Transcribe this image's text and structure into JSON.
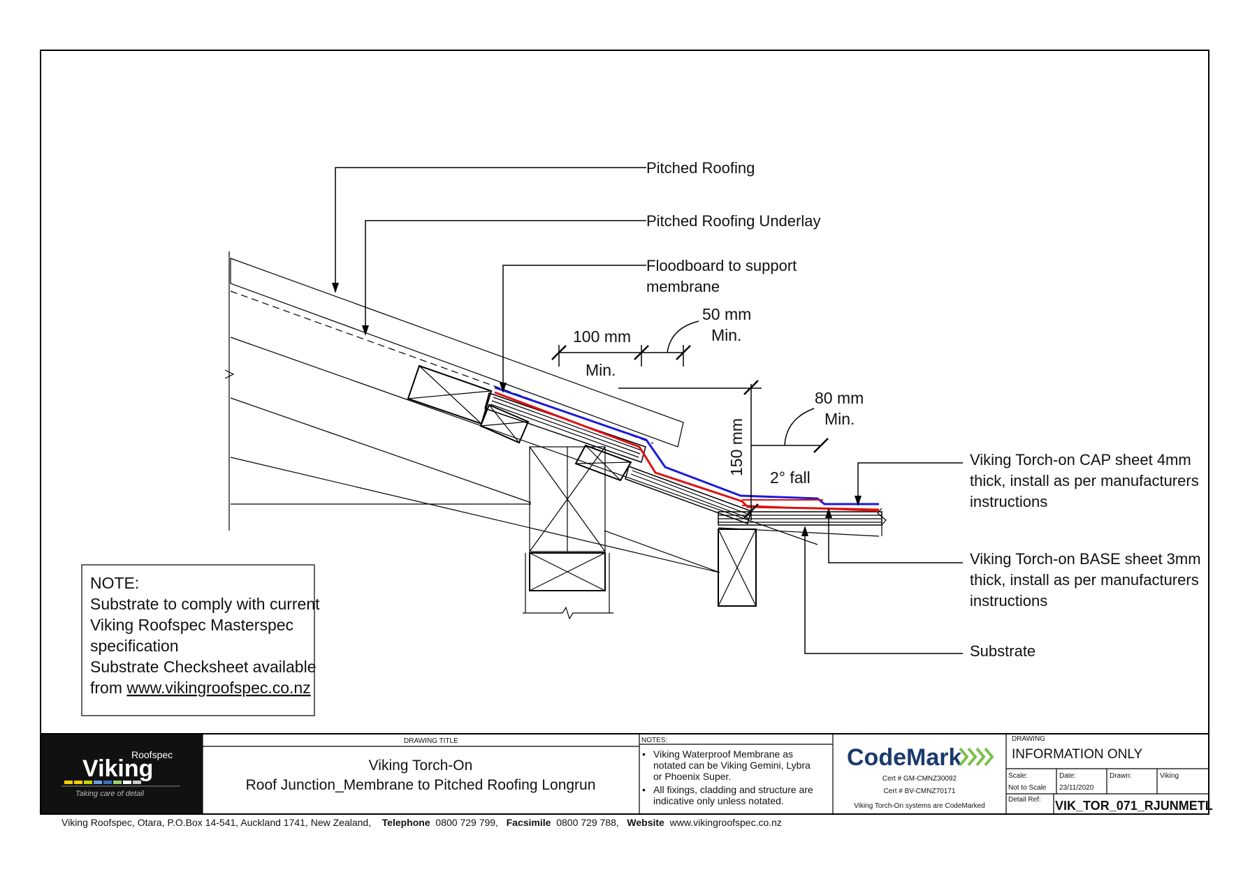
{
  "labels": {
    "pitched_roofing": "Pitched Roofing",
    "pitched_roofing_underlay": "Pitched Roofing Underlay",
    "floodboard_line1": "Floodboard to support",
    "floodboard_line2": "membrane",
    "cap_line1": "Viking Torch-on CAP sheet 4mm",
    "cap_line2": "thick, install as per manufacturers",
    "cap_line3": "instructions",
    "base_line1": "Viking Torch-on BASE sheet 3mm",
    "base_line2": "thick, install as per manufacturers",
    "base_line3": "instructions",
    "substrate": "Substrate"
  },
  "dimensions": {
    "d100": "100 mm",
    "d100_min": "Min.",
    "d50": "50 mm",
    "d50_min": "Min.",
    "d80": "80 mm",
    "d80_min": "Min.",
    "d150": "150 mm",
    "fall": "2° fall"
  },
  "note": {
    "line1": "NOTE:",
    "line2": "Substrate to comply with current",
    "line3": "Viking Roofspec Masterspec",
    "line4": "specification",
    "line5": "Substrate Checksheet available",
    "line6_prefix": "from ",
    "line6_link": "www.vikingroofspec.co.nz"
  },
  "title_block": {
    "logo_top": "Roofspec",
    "logo_main": "Viking",
    "logo_tagline": "Taking care of detail",
    "drawing_title_header": "DRAWING TITLE",
    "title_line1": "Viking Torch-On",
    "title_line2": "Roof Junction_Membrane to Pitched Roofing Longrun",
    "notes_header": "NOTES:",
    "notes": [
      [
        "Viking Waterproof Membrane as",
        "notated can be Viking Gemini, Lybra",
        "or Phoenix Super."
      ],
      [
        "All fixings, cladding and structure are",
        "indicative only unless notated."
      ]
    ],
    "codemark": "CodeMark",
    "cert1": "Cert # GM-CMNZ30092",
    "cert2": "Cert # BV-CMNZ70171",
    "codemark_note": "Viking Torch-On systems are CodeMarked",
    "drawing_header": "DRAWING",
    "info_only": "INFORMATION ONLY",
    "scale_label": "Scale:",
    "scale_value": "Not to Scale",
    "date_label": "Date:",
    "date_value": "23/11/2020",
    "drawn_label": "Drawn:",
    "drawn_value": "Viking",
    "detail_ref_label": "Detail Ref:",
    "detail_ref_value": "VIK_TOR_071_RJUNMETL"
  },
  "footer": {
    "address": "Viking Roofspec, Otara, P.O.Box 14-541, Auckland 1741, New Zealand,",
    "tel_label": "Telephone",
    "tel_value": "0800 729 799,",
    "fax_label": "Facsimile",
    "fax_value": "0800 729 788,",
    "web_label": "Website",
    "web_value": "www.vikingroofspec.co.nz"
  },
  "colors": {
    "cap_sheet": "#1a1adc",
    "base_sheet": "#e01010",
    "codemark_text": "#1a3a6e",
    "codemark_chevrons": "#7cc04a",
    "logo_bg": "#111111"
  }
}
